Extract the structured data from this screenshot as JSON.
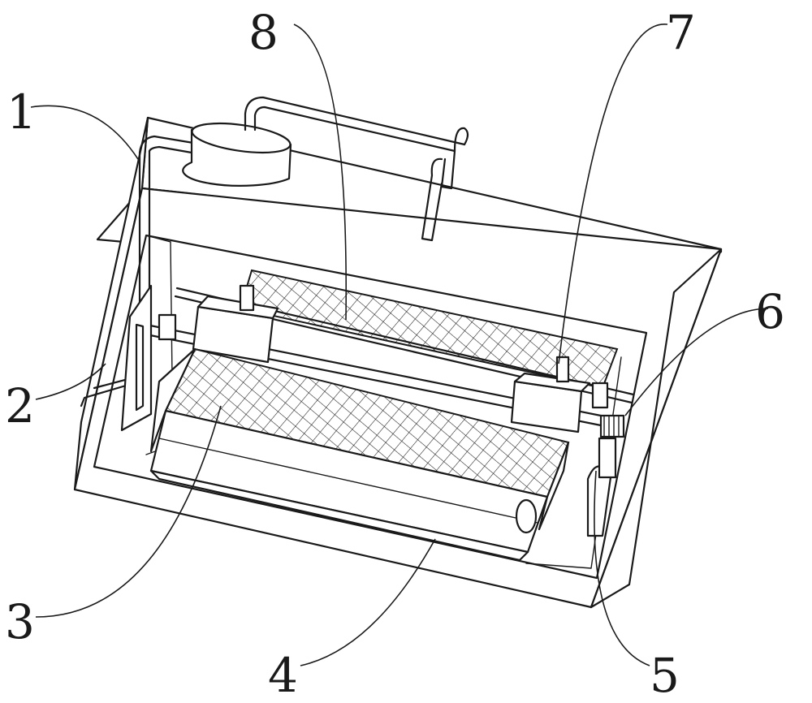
{
  "figure": {
    "callouts": [
      {
        "id": "1",
        "label": "1"
      },
      {
        "id": "2",
        "label": "2"
      },
      {
        "id": "3",
        "label": "3"
      },
      {
        "id": "4",
        "label": "4"
      },
      {
        "id": "5",
        "label": "5"
      },
      {
        "id": "6",
        "label": "6"
      },
      {
        "id": "7",
        "label": "7"
      },
      {
        "id": "8",
        "label": "8"
      }
    ],
    "style": {
      "line_color": "#1a1a1a",
      "background": "#ffffff"
    }
  }
}
